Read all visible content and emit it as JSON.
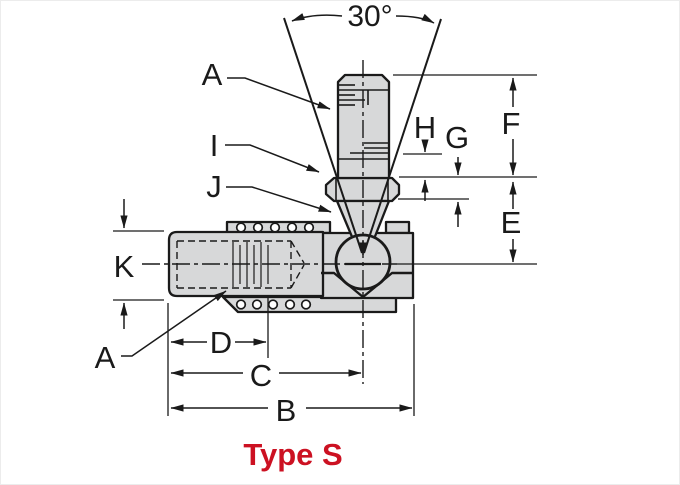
{
  "figure": {
    "type_label": "Type S",
    "angle_label": "30°",
    "dim_labels": {
      "a_stud": "A",
      "i": "I",
      "j": "J",
      "h": "H",
      "g": "G",
      "f": "F",
      "e": "E",
      "k": "K",
      "a_body": "A",
      "d": "D",
      "c": "C",
      "b": "B"
    },
    "colors": {
      "title_red": "#cc1122",
      "part_fill": "#d7d8d9",
      "line": "#1a1a1a",
      "background": "#ffffff"
    }
  }
}
